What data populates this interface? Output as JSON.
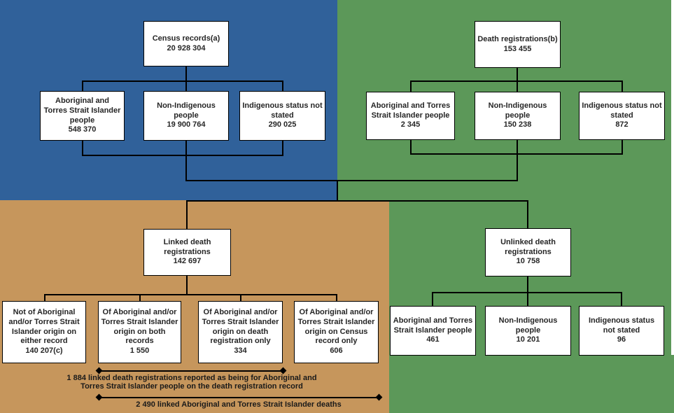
{
  "colors": {
    "blue": "#30619A",
    "green": "#5C9859",
    "orange": "#C6965C",
    "box_background": "#FFFFFF",
    "line": "#000000",
    "text": "#262626"
  },
  "nodes": {
    "census": {
      "label": "Census records(a)",
      "value": "20 928 304"
    },
    "census_atsi": {
      "label": "Aboriginal and Torres Strait Islander people",
      "value": "548 370"
    },
    "census_non_indigenous": {
      "label": "Non-Indigenous people",
      "value": "19 900 764"
    },
    "census_not_stated": {
      "label": "Indigenous status not stated",
      "value": "290 025"
    },
    "deaths": {
      "label": "Death registrations(b)",
      "value": "153 455"
    },
    "deaths_atsi": {
      "label": "Aboriginal and Torres Strait Islander people",
      "value": "2 345"
    },
    "deaths_non_indigenous": {
      "label": "Non-Indigenous people",
      "value": "150 238"
    },
    "deaths_not_stated": {
      "label": "Indigenous status not stated",
      "value": "872"
    },
    "linked": {
      "label": "Linked death registrations",
      "value": "142 697"
    },
    "linked_neither": {
      "label": "Not of Aboriginal and/or Torres Strait Islander origin on either record",
      "value": "140 207(c)"
    },
    "linked_both": {
      "label": "Of Aboriginal and/or Torres Strait Islander origin on both records",
      "value": "1 550"
    },
    "linked_death_only": {
      "label": "Of Aboriginal and/or Torres Strait Islander origin on death registration only",
      "value": "334"
    },
    "linked_census_only": {
      "label": "Of Aboriginal and/or Torres Strait Islander origin on Census record only",
      "value": "606"
    },
    "unlinked": {
      "label": "Unlinked death registrations",
      "value": "10 758"
    },
    "unlinked_atsi": {
      "label": "Aboriginal and Torres Strait Islander people",
      "value": "461"
    },
    "unlinked_non_indigenous": {
      "label": "Non-Indigenous people",
      "value": "10 201"
    },
    "unlinked_not_stated": {
      "label": "Indigenous status not stated",
      "value": "96"
    }
  },
  "annotations": {
    "line1": "1 884 linked death registrations reported as being for Aboriginal and Torres Strait Islander people on the death registration record",
    "line2": "2 490 linked Aboriginal and Torres Strait Islander deaths"
  }
}
